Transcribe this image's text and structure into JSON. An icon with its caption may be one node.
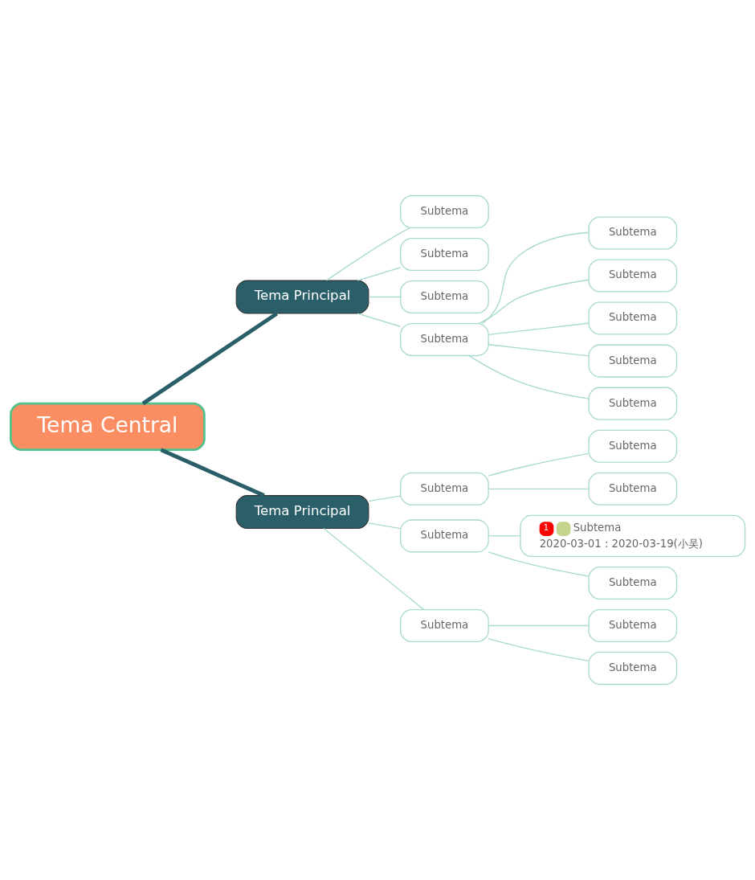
{
  "diagram": {
    "nodes": [
      {
        "text": [
          "Tema Central"
        ]
      },
      {
        "text": [
          "Tema Principal"
        ]
      },
      {
        "text": [
          "Subtema"
        ]
      },
      {
        "text": [
          "Subtema"
        ]
      },
      {
        "text": [
          "Subtema"
        ]
      },
      {
        "text": [
          "Subtema"
        ]
      },
      {
        "text": [
          "Subtema"
        ]
      },
      {
        "text": [
          "Subtema"
        ]
      },
      {
        "text": [
          "Subtema"
        ]
      },
      {
        "text": [
          "Subtema"
        ]
      },
      {
        "text": [
          "Subtema"
        ]
      },
      {
        "text": [
          "Tema Principal"
        ]
      },
      {
        "text": [
          "Subtema"
        ]
      },
      {
        "text": [
          "Subtema"
        ]
      },
      {
        "text": [
          "Subtema"
        ]
      },
      {
        "text": [
          "Subtema"
        ]
      },
      {
        "text": [
          "1",
          "Subtema",
          "2020-03-01 : 2020-03-19(小吴)"
        ]
      },
      {
        "text": [
          "Subtema"
        ]
      },
      {
        "text": [
          "Subtema"
        ]
      },
      {
        "text": [
          "Subtema"
        ]
      },
      {
        "text": [
          "Subtema"
        ]
      }
    ],
    "edges": [
      {
        "from": 0,
        "to": 1,
        "arrow": "none",
        "style": "thick",
        "color": "#2a5f6a"
      },
      {
        "from": 0,
        "to": 11,
        "arrow": "none",
        "style": "thick",
        "color": "#2a5f6a"
      },
      {
        "from": 1,
        "to": 2,
        "arrow": "none"
      },
      {
        "from": 1,
        "to": 3,
        "arrow": "none"
      },
      {
        "from": 1,
        "to": 4,
        "arrow": "none"
      },
      {
        "from": 1,
        "to": 5,
        "arrow": "none"
      },
      {
        "from": 5,
        "to": 6,
        "arrow": "none"
      },
      {
        "from": 5,
        "to": 7,
        "arrow": "none"
      },
      {
        "from": 5,
        "to": 8,
        "arrow": "none"
      },
      {
        "from": 5,
        "to": 9,
        "arrow": "none"
      },
      {
        "from": 5,
        "to": 10,
        "arrow": "none"
      },
      {
        "from": 11,
        "to": 12,
        "arrow": "none"
      },
      {
        "from": 12,
        "to": 13,
        "arrow": "none"
      },
      {
        "from": 12,
        "to": 14,
        "arrow": "none"
      },
      {
        "from": 11,
        "to": 15,
        "arrow": "none"
      },
      {
        "from": 15,
        "to": 16,
        "arrow": "none"
      },
      {
        "from": 15,
        "to": 17,
        "arrow": "none"
      },
      {
        "from": 11,
        "to": 18,
        "arrow": "none"
      },
      {
        "from": 18,
        "to": 19,
        "arrow": "none"
      },
      {
        "from": 18,
        "to": 20,
        "arrow": "none"
      }
    ]
  }
}
